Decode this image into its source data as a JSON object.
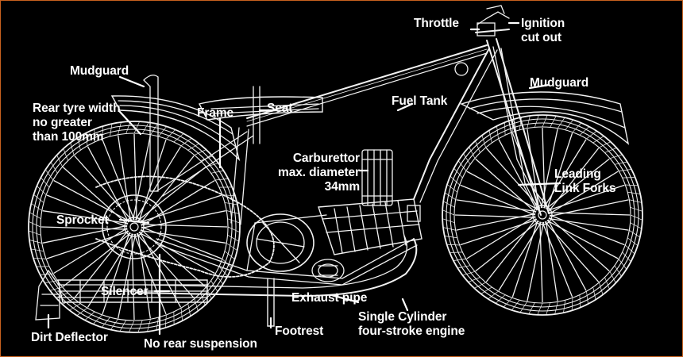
{
  "colors": {
    "background": "#000000",
    "wireframe": "#f2f2f2",
    "label_text": "#ffffff",
    "border": "#c8611f"
  },
  "labels": {
    "throttle": "Throttle",
    "ignition": "Ignition\ncut out",
    "mudguard_rear": "Mudguard",
    "mudguard_front": "Mudguard",
    "rear_tyre": "Rear tyre width\nno greater\nthan 100mm",
    "frame": "Frame",
    "seat": "Seat",
    "fuel_tank": "Fuel Tank",
    "carburettor": "Carburettor\nmax. diameter\n34mm",
    "leading_link": "Leading\nLink Forks",
    "sprocket": "Sprocket",
    "silencer": "Silencer",
    "exhaust_pipe": "Exhaust pipe",
    "engine": "Single Cylinder\nfour-stroke engine",
    "dirt_deflector": "Dirt Deflector",
    "no_rear_suspension": "No rear suspension",
    "footrest": "Footrest"
  }
}
